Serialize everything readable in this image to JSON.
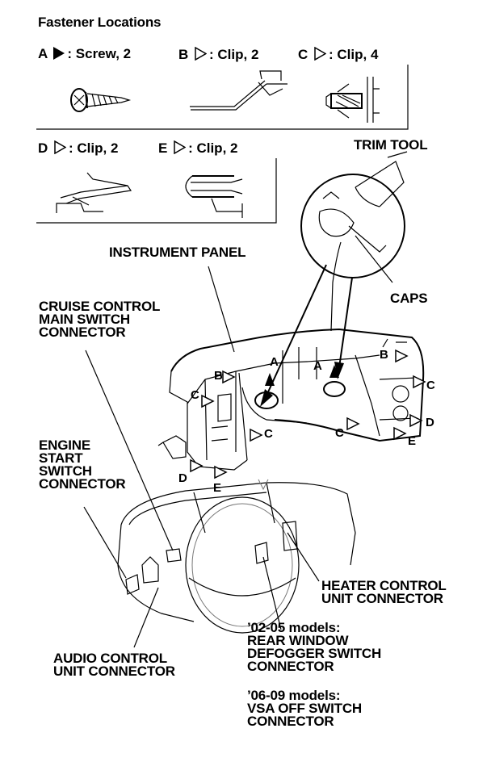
{
  "title": "Fastener Locations",
  "fasteners": [
    {
      "key": "A",
      "text": ": Screw, 2"
    },
    {
      "key": "B",
      "text": ": Clip, 2"
    },
    {
      "key": "C",
      "text": ": Clip, 4"
    },
    {
      "key": "D",
      "text": ": Clip, 2"
    },
    {
      "key": "E",
      "text": ": Clip, 2"
    }
  ],
  "callouts": {
    "trim_tool": "TRIM TOOL",
    "caps": "CAPS",
    "instrument_panel": "INSTRUMENT PANEL",
    "cruise": [
      "CRUISE CONTROL",
      "MAIN SWITCH",
      "CONNECTOR"
    ],
    "engine": [
      "ENGINE",
      "START",
      "SWITCH",
      "CONNECTOR"
    ],
    "heater": [
      "HEATER CONTROL",
      "UNIT CONNECTOR"
    ],
    "audio": [
      "AUDIO CONTROL",
      "UNIT CONNECTOR"
    ],
    "rear_window": [
      "’02-05 models:",
      "REAR WINDOW",
      "DEFOGGER SWITCH",
      "CONNECTOR"
    ],
    "vsa": [
      "’06-09 models:",
      "VSA OFF SWITCH",
      "CONNECTOR"
    ]
  },
  "markers": {
    "a": "A",
    "b": "B",
    "c": "C",
    "d": "D",
    "e": "E"
  }
}
